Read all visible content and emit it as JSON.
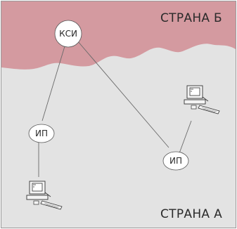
{
  "regions": {
    "top_label": "СТРАНА Б",
    "bottom_label": "СТРАНА А"
  },
  "nodes": {
    "ksi": "КСИ",
    "ip_left": "ИП",
    "ip_right": "ИП"
  },
  "colors": {
    "country_b": "#d49aa0",
    "country_a": "#e3e3e3",
    "frame": "#9a9a9a",
    "node_fill": "#ffffff",
    "link": "#6a6a6a"
  },
  "icons": {
    "computer_left": "computer-icon",
    "computer_right": "computer-icon"
  }
}
